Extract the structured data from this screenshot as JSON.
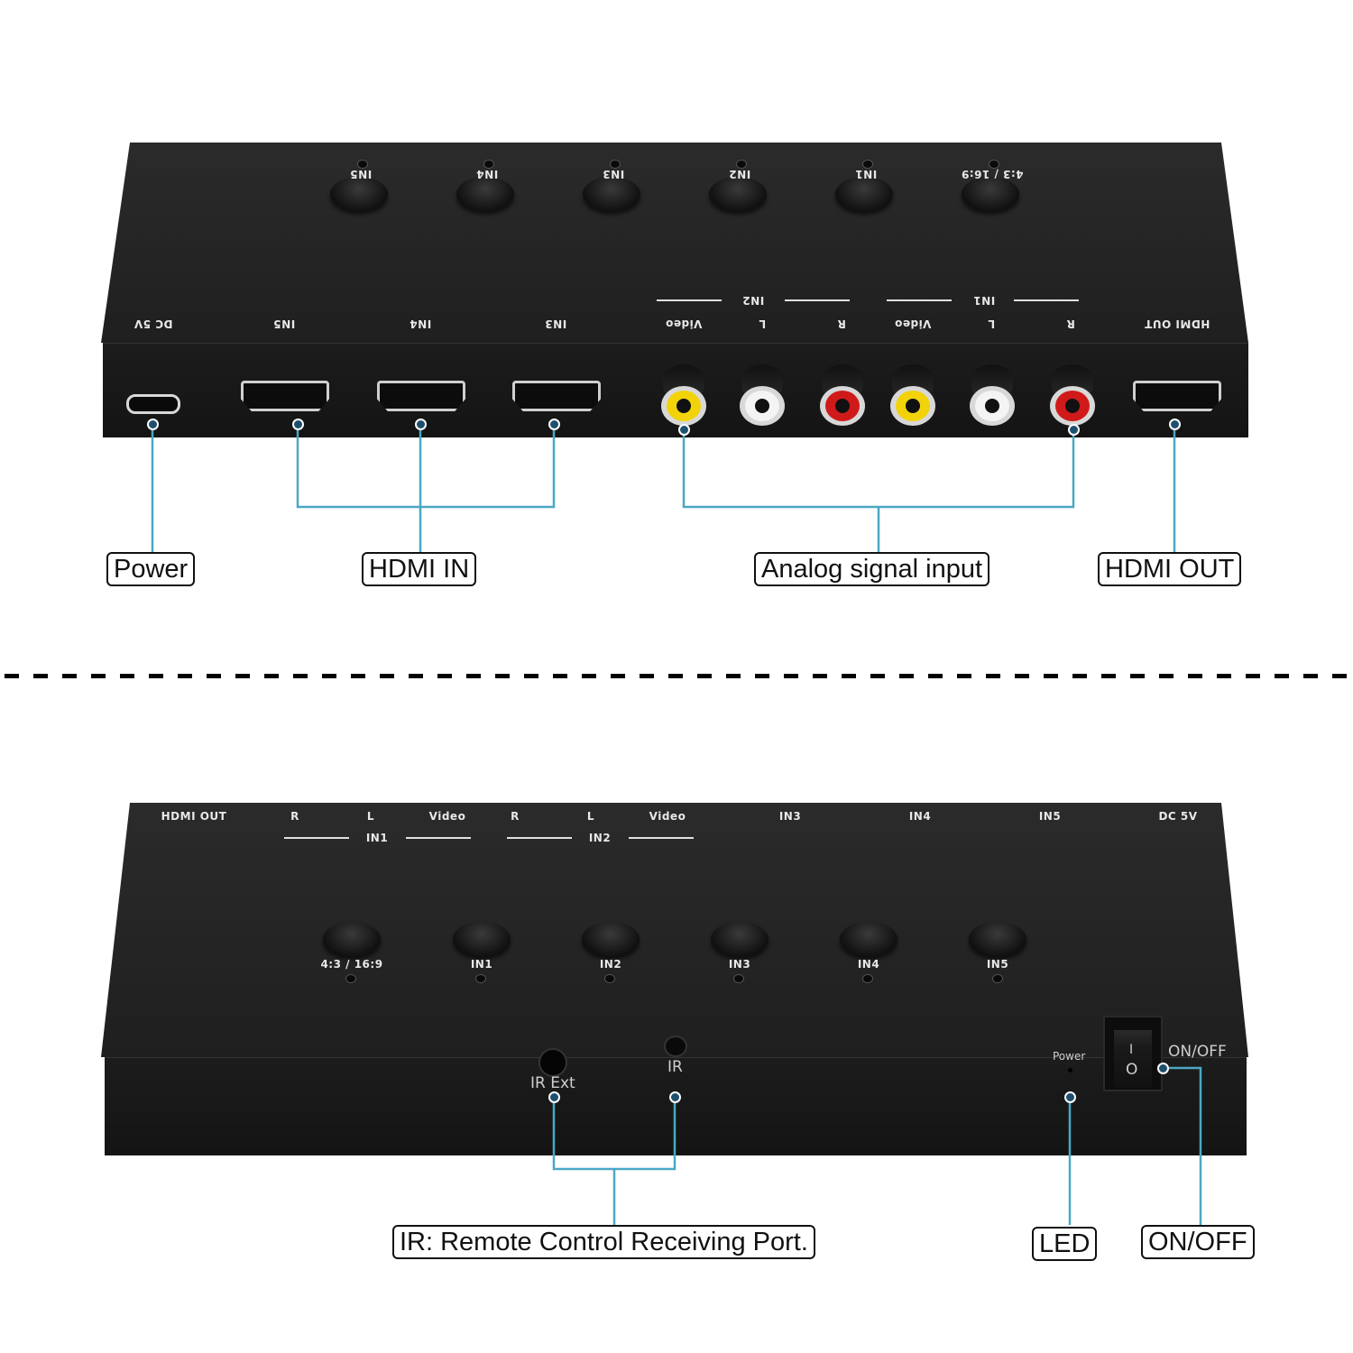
{
  "colors": {
    "callout_line": "#4aa8c4",
    "device_body": "#1e1e1e",
    "rca_video": "#f2d30a",
    "rca_left": "#f2f2f2",
    "rca_right": "#d01a1a"
  },
  "rear_view": {
    "buttons": [
      {
        "label": "IN5"
      },
      {
        "label": "IN4"
      },
      {
        "label": "IN3"
      },
      {
        "label": "IN2"
      },
      {
        "label": "IN1"
      },
      {
        "label": "4:3 / 16:9"
      }
    ],
    "group_labels": {
      "in2": "IN2",
      "in1": "IN1"
    },
    "port_labels": {
      "dc5v": "DC 5V",
      "in5": "IN5",
      "in4": "IN4",
      "in3": "IN3",
      "in2_video": "Video",
      "in2_l": "L",
      "in2_r": "R",
      "in1_video": "Video",
      "in1_l": "L",
      "in1_r": "R",
      "hdmi_out": "HDMI OUT"
    },
    "callouts": {
      "power": "Power",
      "hdmi_in": "HDMI IN",
      "analog": "Analog signal input",
      "hdmi_out": "HDMI OUT"
    }
  },
  "front_view": {
    "top_labels": {
      "hdmi_out": "HDMI OUT",
      "in1_r": "R",
      "in1_l": "L",
      "in1_video": "Video",
      "in1": "IN1",
      "in2_r": "R",
      "in2_l": "L",
      "in2_video": "Video",
      "in2": "IN2",
      "in3": "IN3",
      "in4": "IN4",
      "in5": "IN5",
      "dc5v": "DC 5V"
    },
    "buttons": [
      {
        "label": "4:3 / 16:9"
      },
      {
        "label": "IN1"
      },
      {
        "label": "IN2"
      },
      {
        "label": "IN3"
      },
      {
        "label": "IN4"
      },
      {
        "label": "IN5"
      }
    ],
    "front_labels": {
      "ir_ext": "IR Ext",
      "ir": "IR",
      "power": "Power",
      "on_off": "ON/OFF",
      "rocker_on": "I",
      "rocker_off": "O"
    },
    "callouts": {
      "ir": "IR: Remote Control Receiving Port.",
      "led": "LED",
      "on_off": "ON/OFF"
    }
  }
}
